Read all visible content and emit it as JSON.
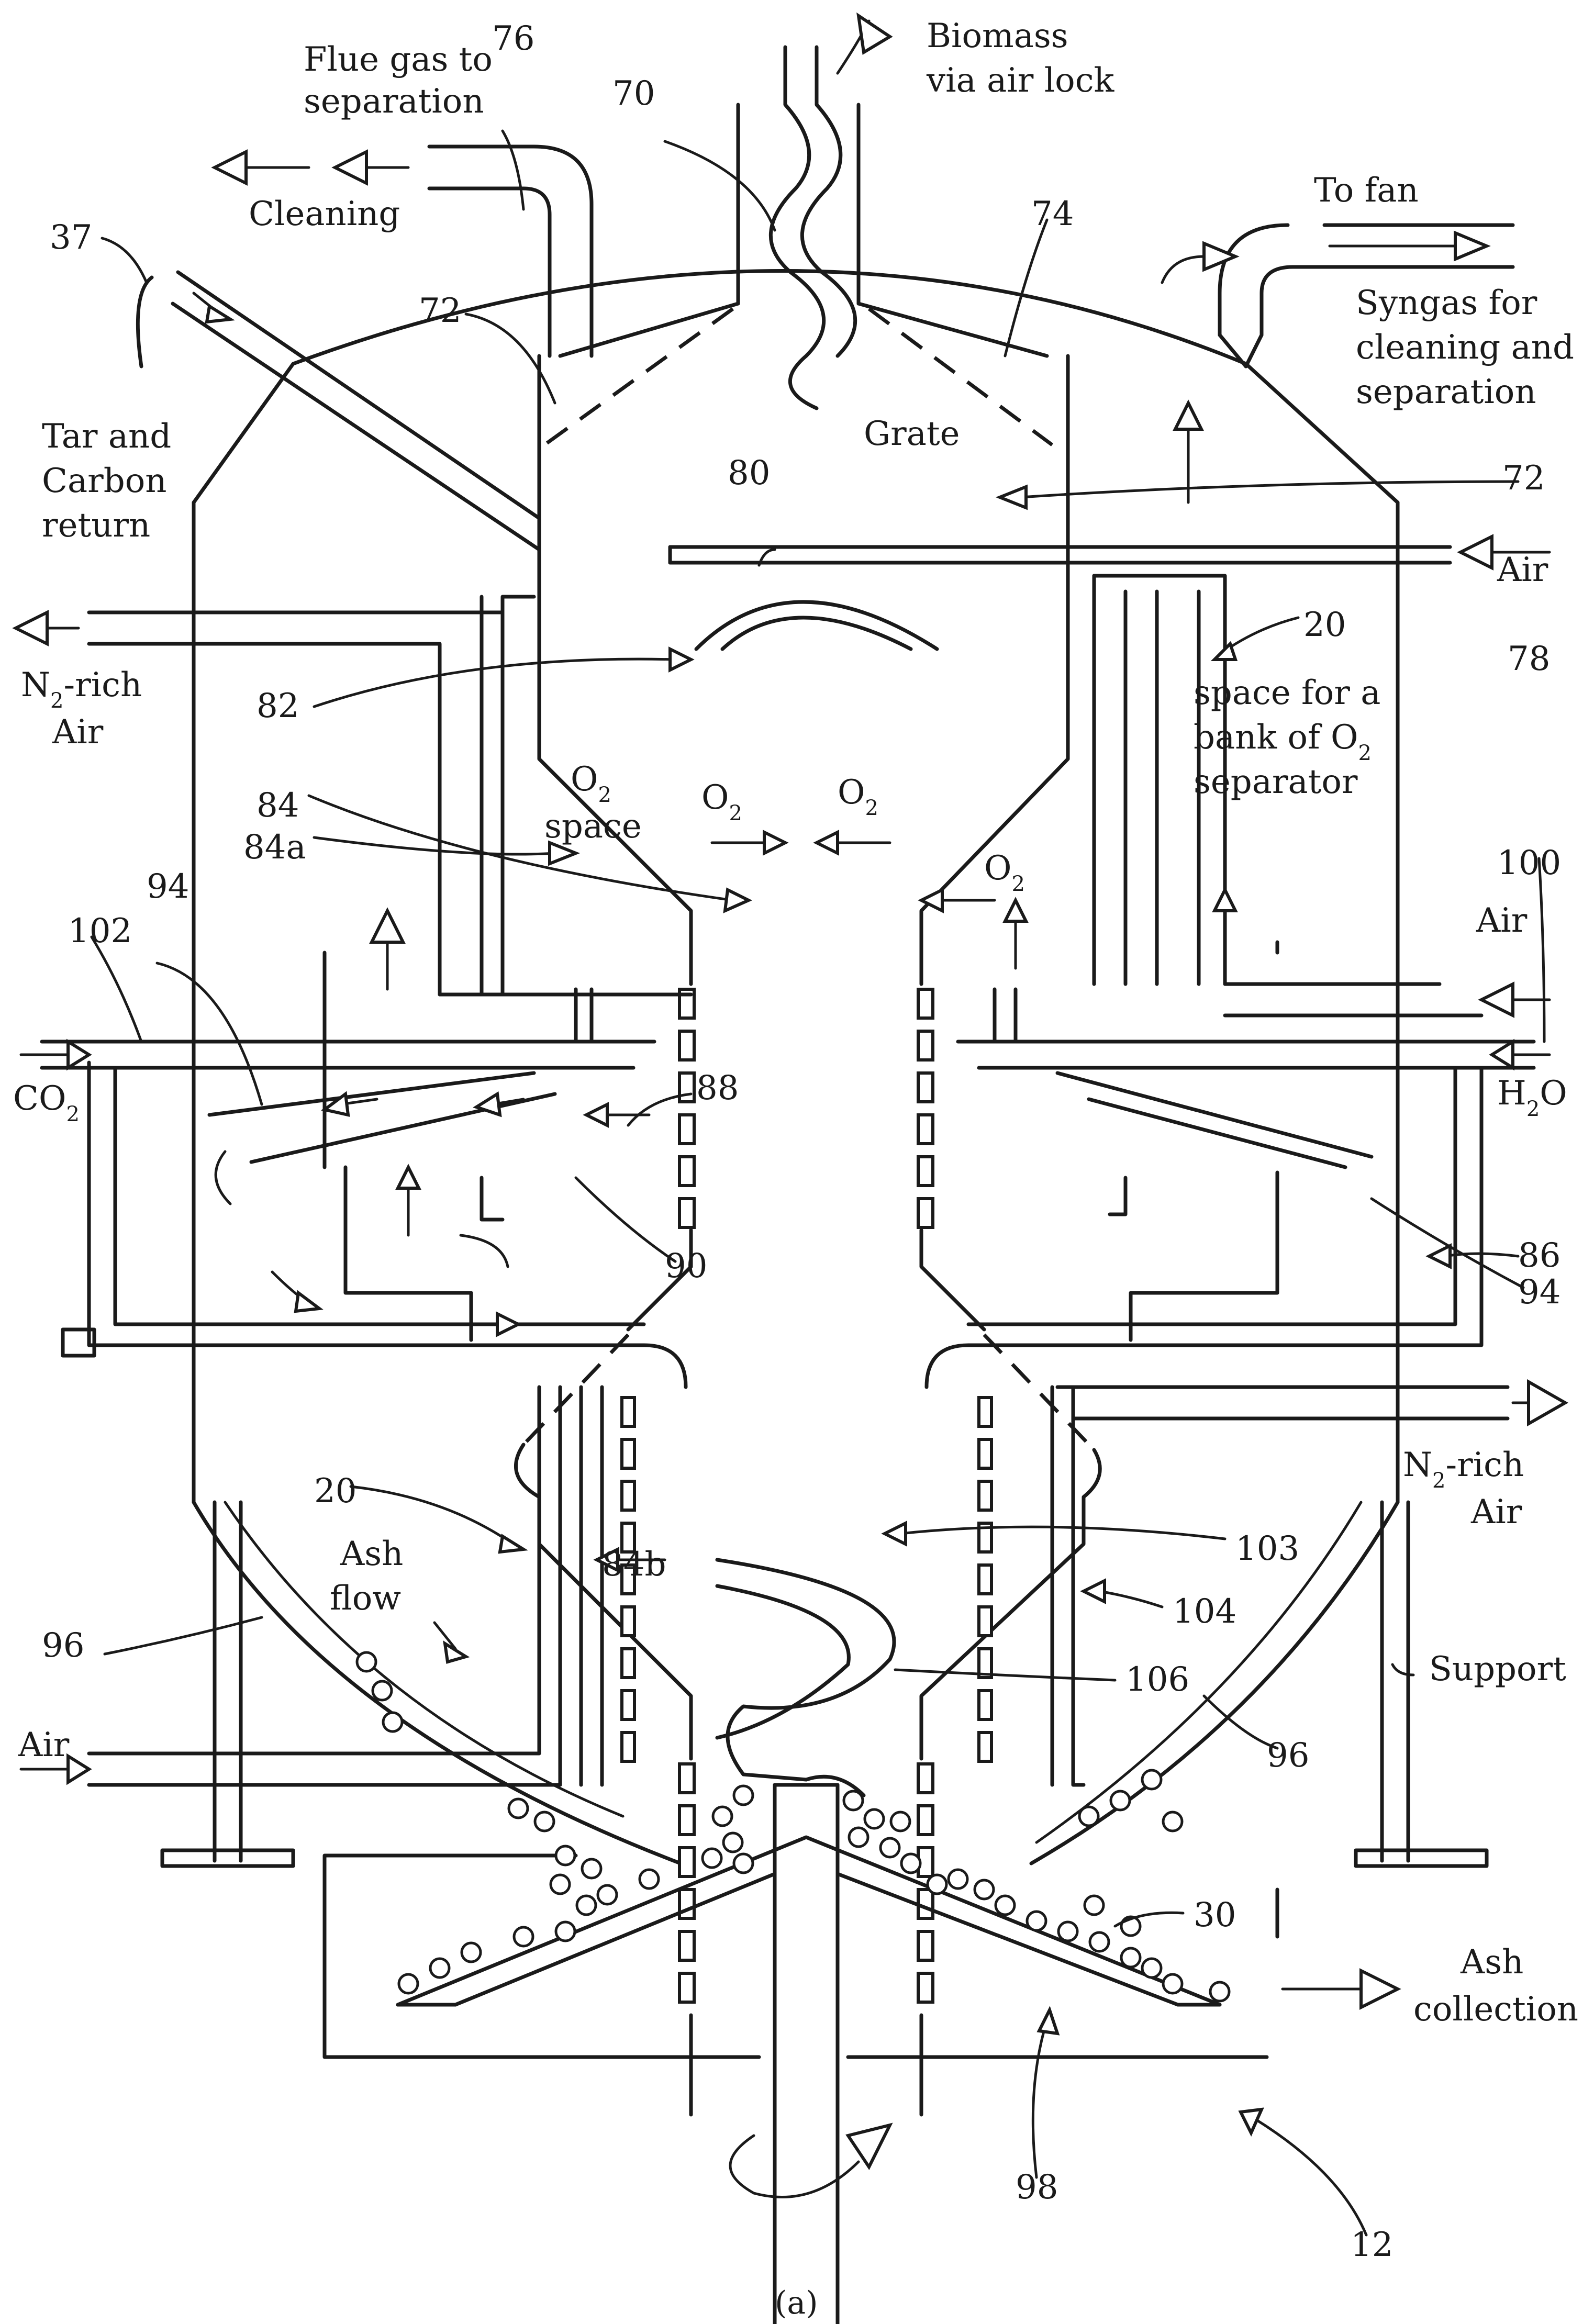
{
  "labels": {
    "flue_gas": [
      "Flue gas to",
      "separation"
    ],
    "cleaning": "Cleaning",
    "biomass": [
      "Biomass",
      "via air lock"
    ],
    "to_fan": "To fan",
    "syngas": [
      "Syngas for",
      "cleaning and",
      "separation"
    ],
    "tar_carbon": [
      "Tar and",
      "Carbon",
      "return"
    ],
    "grate": "Grate",
    "air_top": "Air",
    "n2_rich_left": [
      "N",
      "2",
      "-rich",
      "Air"
    ],
    "space_o2_separator": [
      "space for a",
      "bank of O",
      "2",
      "separator"
    ],
    "o2_space": [
      "O",
      "2",
      "space"
    ],
    "o2": "O",
    "o2_sub": "2",
    "air_right": "Air",
    "co2": [
      "CO",
      "2"
    ],
    "h2o": [
      "H",
      "2",
      "O"
    ],
    "n2_rich_right": [
      "N",
      "2",
      "-rich",
      "Air"
    ],
    "ash_flow": [
      "Ash",
      "flow"
    ],
    "support": "Support",
    "air_bottom": "Air",
    "ash_collection": [
      "Ash",
      "collection"
    ],
    "caption": "(a)"
  },
  "callouts": {
    "n76": "76",
    "n70": "70",
    "n37": "37",
    "n72a": "72",
    "n74": "74",
    "n72b": "72",
    "n80": "80",
    "n20a": "20",
    "n78": "78",
    "n82": "82",
    "n84": "84",
    "n84a": "84a",
    "n94a": "94",
    "n102": "102",
    "n100": "100",
    "n88": "88",
    "n90": "90",
    "n86": "86",
    "n94b": "94",
    "n20b": "20",
    "n103": "103",
    "n84b": "84b",
    "n104": "104",
    "n96a": "96",
    "n106": "106",
    "n96b": "96",
    "n30": "30",
    "n98": "98",
    "n12": "12"
  }
}
